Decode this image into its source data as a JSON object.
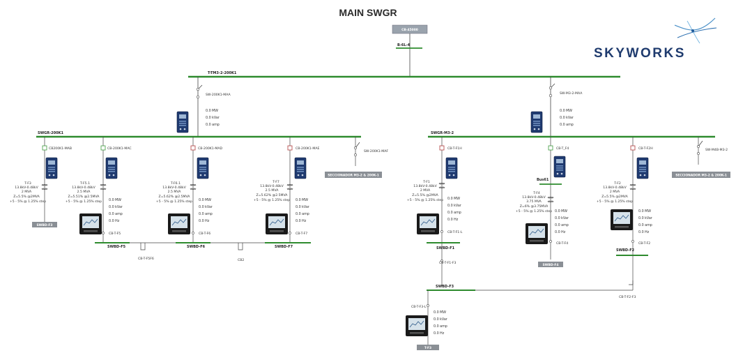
{
  "diagram": {
    "title": "MAIN SWGR",
    "logo": "SKYWORKS",
    "top_breaker": "CB-45000",
    "top_bus": "B-6L-4",
    "main_bus": "T-TM3-2-200K1",
    "bus_left": "SWGR-200K1",
    "bus_right": "SWGR-M3-2",
    "switch_left": "SW-200K1-MAA",
    "switch_right": "SW-M3-2-MAA",
    "meters": {
      "mw": "0.0 MW",
      "kvar": "0.0 kVar",
      "amp": "0.0 amp",
      "hz": "0.0 Hz"
    },
    "left_feeders": [
      {
        "cb": "CB200K1-MAB",
        "tx": "T-F3",
        "rating": "13.8kV-0.48kV",
        "mva": "2 MVA",
        "imp": "Z=5.5% @2MVA",
        "tap": "+5 - 5% @ 1.25% step",
        "bus": "SWBD-F3"
      },
      {
        "cb": "CB-200K1-MAC",
        "tx": "T-F5.1",
        "rating": "13.8kV-0.48kV",
        "mva": "2.5 MVA",
        "imp": "Z=5.51% @2.5MVA",
        "tap": "+5 - 5% @ 1.25% step",
        "bus": "SWBD-F5",
        "cb2": "CB-T-F5"
      },
      {
        "cb": "CB-200K1-MAD",
        "tx": "T-F6.1",
        "rating": "13.8kV-0.48kV",
        "mva": "2.5 MVA",
        "imp": "Z=5.62% @2.5MVA",
        "tap": "+5 - 5% @ 1.25% step",
        "bus": "SWBD-F6",
        "cb2": "CB-T-F6"
      },
      {
        "cb": "CB-200K1-MAE",
        "tx": "T-F7",
        "rating": "13.8kV-0.48kV",
        "mva": "2.5 MVA",
        "imp": "Z=5.62% @2.5MVA",
        "tap": "+5 - 5% @ 1.25% step",
        "bus": "SWBD-F7",
        "cb2": "CB-T-F7"
      }
    ],
    "left_sw": "SW-200K1-MAF",
    "left_secc": "SECCIONADOR M3-2 & 200K-1",
    "tie_left_1": "CB-T-F5F6",
    "tie_left_2": "CB2",
    "right_feeders": [
      {
        "cb": "CB-T-F1H",
        "tx": "T-F1",
        "rating": "13.8kV-0.48kV",
        "mva": "2 MVA",
        "imp": "Z=5.5% @2MVA",
        "tap": "+5 - 5% @ 1.25% step",
        "bus": "SWBD-F1",
        "cb2": "CB-T-F1-L"
      },
      {
        "cb": "CB-T_F4",
        "bus1": "Bus61",
        "tx": "T-F4",
        "rating": "13.8kV-0.48kV",
        "mva": "3.75 MVA",
        "imp": "Z=6% @3.75MVA",
        "tap": "+5 - 5% @ 1.25% step",
        "bus": "SWBD-F4",
        "cb2": "CB-T-F4"
      },
      {
        "cb": "CB-T-F2H",
        "tx": "T-F2",
        "rating": "13.8kV-0.48kV",
        "mva": "2 MVA",
        "imp": "Z=5.5% @2MVA",
        "tap": "+5 - 5% @ 1.25% step",
        "bus": "SWBD-F2",
        "cb2": "CB-T-F2"
      }
    ],
    "right_sw": "SW-M4B-M3-2",
    "right_secc": "SECCIONADOR M3-2 & 200K-1",
    "cb_f1_f3": "CB-T-F1-F3",
    "swbd_f3": "SWBD-F3",
    "cb_f2_f3": "CB-T-F2-F3",
    "cb_f3_l": "CB-T-F3-L",
    "tf3": "T-F3"
  }
}
